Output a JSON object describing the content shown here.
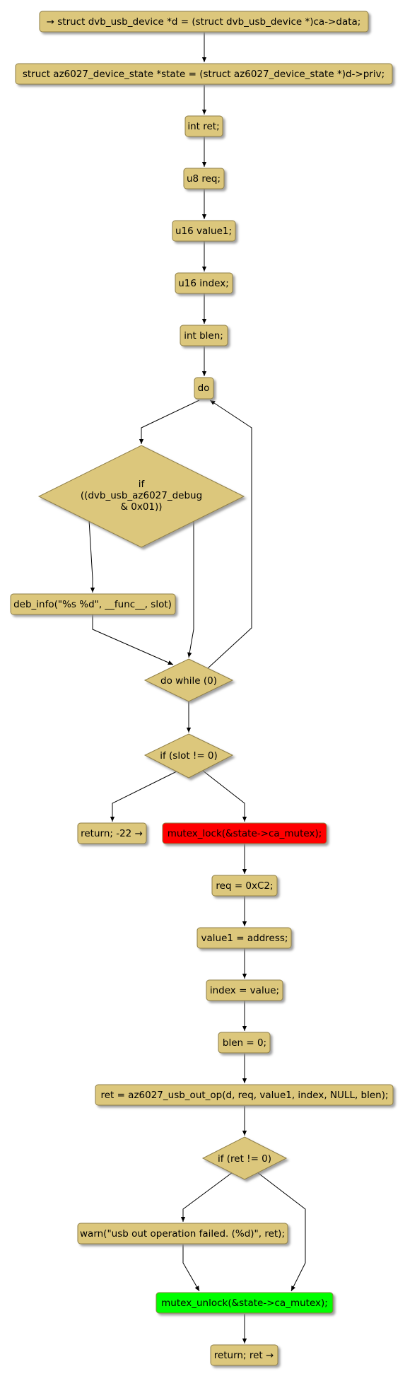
{
  "nodes": {
    "n1": "→ struct dvb_usb_device *d = (struct dvb_usb_device *)ca->data;",
    "n2": "struct az6027_device_state *state = (struct az6027_device_state *)d->priv;",
    "n3": "int ret;",
    "n4": "u8 req;",
    "n5": "u16 value1;",
    "n6": "u16 index;",
    "n7": "int blen;",
    "n8": "do",
    "n9_line1": "if",
    "n9_line2": "((dvb_usb_az6027_debug",
    "n9_line3": "& 0x01))",
    "n10": "deb_info(\"%s %d\", __func__, slot)",
    "n11": "do while (0)",
    "n12": "if (slot != 0)",
    "n13": "return; -22 →",
    "n14": "mutex_lock(&state->ca_mutex);",
    "n15": "req = 0xC2;",
    "n16": "value1 = address;",
    "n17": "index = value;",
    "n18": "blen = 0;",
    "n19": "ret = az6027_usb_out_op(d, req, value1, index, NULL, blen);",
    "n20": "if (ret != 0)",
    "n21": "warn(\"usb out operation failed. (%d)\", ret);",
    "n22": "mutex_unlock(&state->ca_mutex);",
    "n23": "return; ret →"
  },
  "colors": {
    "node_fill": "#dcc77c",
    "node_border": "#8f7f47",
    "lock_fill": "#ff0000",
    "unlock_fill": "#00ff00"
  }
}
